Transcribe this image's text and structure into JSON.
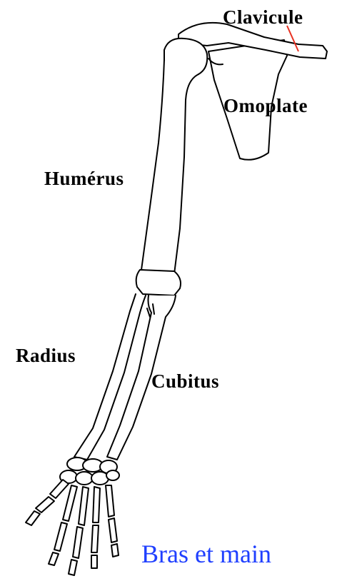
{
  "labels": {
    "clavicule": "Clavicule",
    "omoplate": "Omoplate",
    "humerus": "Humérus",
    "radius": "Radius",
    "cubitus": "Cubitus"
  },
  "caption": "Bras et main",
  "colors": {
    "background": "#ffffff",
    "bone_outline": "#000000",
    "label_text": "#000000",
    "caption_text": "#1f3fff",
    "pointer_line": "#e83020"
  }
}
